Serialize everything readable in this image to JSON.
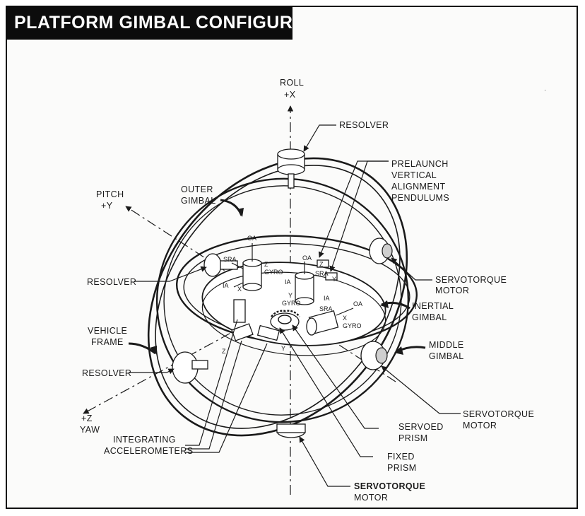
{
  "title": "PLATFORM GIMBAL CONFIGURATION",
  "axes": {
    "roll": {
      "name": "ROLL",
      "dir": "+X"
    },
    "pitch": {
      "name": "PITCH",
      "dir": "+Y"
    },
    "yaw": {
      "dir": "+Z",
      "name": "YAW"
    }
  },
  "labels": {
    "resolver_top": "RESOLVER",
    "resolver_left": "RESOLVER",
    "resolver_bottom": "RESOLVER",
    "prelaunch": [
      "PRELAUNCH",
      "VERTICAL",
      "ALIGNMENT",
      "PENDULUMS"
    ],
    "outer_gimbal": [
      "OUTER",
      "GIMBAL"
    ],
    "servotorque_motor_right": [
      "SERVOTORQUE",
      "MOTOR"
    ],
    "inertial_gimbal": [
      "INERTIAL",
      "GIMBAL"
    ],
    "vehicle_frame": [
      "VEHICLE",
      "FRAME"
    ],
    "middle_gimbal": [
      "MIDDLE",
      "GIMBAL"
    ],
    "servotorque_motor_lower": [
      "SERVOTORQUE",
      "MOTOR"
    ],
    "integrating_accelerometers": [
      "INTEGRATING",
      "ACCELEROMETERS"
    ],
    "servoed_prism": [
      "SERVOED",
      "PRISM"
    ],
    "fixed_prism": [
      "FIXED",
      "PRISM"
    ],
    "servotorque_motor_bottom": [
      "SERVOTORQUE",
      "MOTOR"
    ]
  },
  "platform_labels": {
    "oa_left": "OA",
    "sra_left": "SRA",
    "z_gyro": [
      "Z",
      "GYRO"
    ],
    "ia_left": "IA",
    "x_left": "X",
    "oa_mid": "OA",
    "z_mid": "Z",
    "sra_mid": "SRA",
    "ia_mid": "IA",
    "y_gyro": [
      "Y",
      "GYRO"
    ],
    "y_mid": "Y",
    "ia_right": "IA",
    "sra_right": "SRA",
    "oa_right": "OA",
    "x_gyro": [
      "X",
      "GYRO"
    ],
    "z_acc": "Z",
    "y_acc": "Y"
  }
}
